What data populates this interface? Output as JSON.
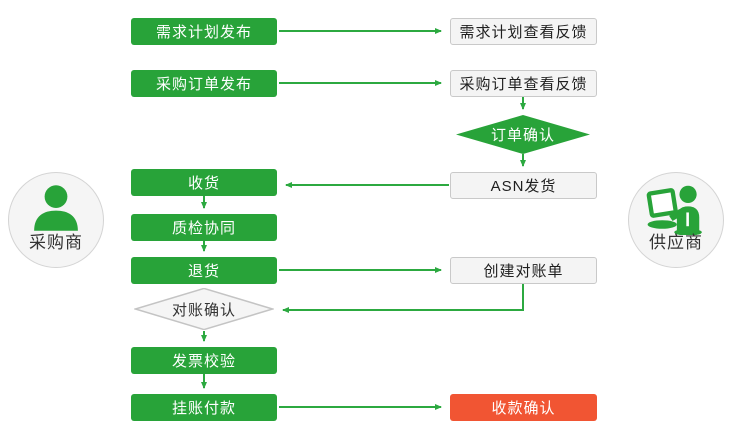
{
  "diagram": {
    "title": "purchase-supply-collaboration-flowchart",
    "actors": {
      "buyer": {
        "label": "采购商",
        "icon": "person-bust-icon"
      },
      "supplier": {
        "label": "供应商",
        "icon": "person-laptop-icon"
      }
    },
    "nodes": {
      "demand_plan_publish": {
        "label": "需求计划发布",
        "style": "green"
      },
      "demand_plan_feedback": {
        "label": "需求计划查看反馈",
        "style": "plain"
      },
      "po_publish": {
        "label": "采购订单发布",
        "style": "green"
      },
      "po_feedback": {
        "label": "采购订单查看反馈",
        "style": "plain"
      },
      "order_confirm": {
        "label": "订单确认",
        "style": "green-diamond"
      },
      "asn_ship": {
        "label": "ASN发货",
        "style": "plain"
      },
      "receive_goods": {
        "label": "收货",
        "style": "green"
      },
      "quality_collab": {
        "label": "质检协同",
        "style": "green"
      },
      "return_goods": {
        "label": "退货",
        "style": "green"
      },
      "create_statement": {
        "label": "创建对账单",
        "style": "plain"
      },
      "statement_confirm": {
        "label": "对账确认",
        "style": "gray-diamond"
      },
      "invoice_verify": {
        "label": "发票校验",
        "style": "green"
      },
      "book_payment": {
        "label": "挂账付款",
        "style": "green"
      },
      "receipt_confirm": {
        "label": "收款确认",
        "style": "red"
      }
    },
    "colors": {
      "green_box": "#28a339",
      "green_line": "#2ca940",
      "red_box": "#f15533",
      "plain_fill": "#f4f4f4",
      "plain_border": "#c9c9c9",
      "gray_diamond_fill": "#f5f5f5",
      "gray_diamond_border": "#c4c4c4"
    }
  }
}
